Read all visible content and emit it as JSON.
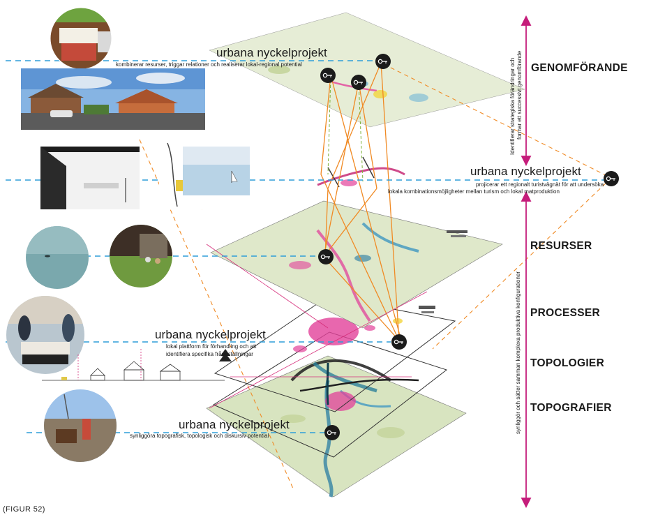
{
  "projects": [
    {
      "title": "urbana nyckelprojekt",
      "desc": [
        "kombinerar resurser, triggar relationer och realiserar lokal-regional potential"
      ]
    },
    {
      "title": "urbana nyckelprojekt",
      "desc": [
        "projicerar ett regionalt turistvägnät för att undersöka",
        "lokala kombinationsmöjligheter mellan turism och lokal matproduktion"
      ]
    },
    {
      "title": "urbana nyckelprojekt",
      "desc": [
        "lokal plattform för förhandling och att",
        "identifiera specifika frågeställningar"
      ]
    },
    {
      "title": "urbana nyckelprojekt",
      "desc": [
        "synliggöra topografisk, topologisk och diskursiv potential"
      ]
    }
  ],
  "layers": {
    "genomforande": "GENOMFÖRANDE",
    "resurser": "RESURSER",
    "processer": "PROCESSER",
    "topologier": "TOPOLOGIER",
    "topografier": "TOPOGRAFIER"
  },
  "vertical_notes": {
    "top": [
      "Identifierar strategiska förändringar och",
      "formar ett successivt genomförande"
    ],
    "bottom": [
      "synliggör och sätter samman komplexa produktiva konfigurationer"
    ]
  },
  "figure_label": "(FIGUR 52)",
  "colors": {
    "dash_blue": "#2f9ed8",
    "orange": "#f08a24",
    "magenta": "#d6307c",
    "map_green": "#dbe6c4",
    "water": "#8fc3d6",
    "key_badge": "#1b1b1b"
  }
}
